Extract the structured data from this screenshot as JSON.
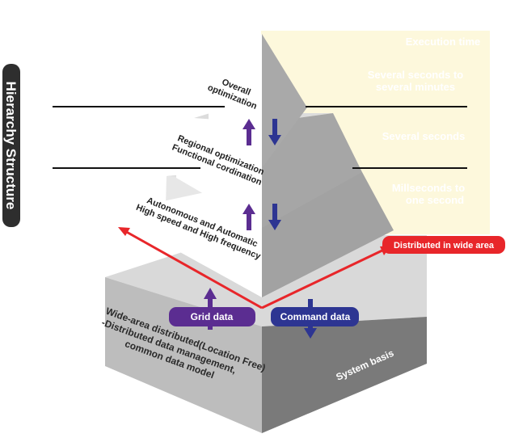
{
  "side_title": "Hierarchy Structure",
  "levels": {
    "top": [
      "Overall",
      "optimization"
    ],
    "middle": [
      "Regional optimization",
      "Functional cordination"
    ],
    "bottom": [
      "Autonomous and Automatic",
      "High speed and High frequency"
    ]
  },
  "timescale": {
    "header": "Execution time",
    "top": [
      "Several seconds to",
      "several minutes"
    ],
    "middle": "Several seconds",
    "bottom": [
      "Millseconds to",
      "one second"
    ]
  },
  "base": {
    "front": [
      "Wide-area distributed(Location Free)",
      "-Distributed data management,",
      "common data model"
    ],
    "side": "System basis"
  },
  "badges": {
    "grid": "Grid data",
    "command": "Command data",
    "wide_area": "Distributed in wide area"
  },
  "colors": {
    "grid_purple": "#5b2d91",
    "command_blue": "#2d3592",
    "wide_area_red": "#e8262a",
    "time_panel": "#fdf8dc",
    "time_text": "#ffffff"
  }
}
